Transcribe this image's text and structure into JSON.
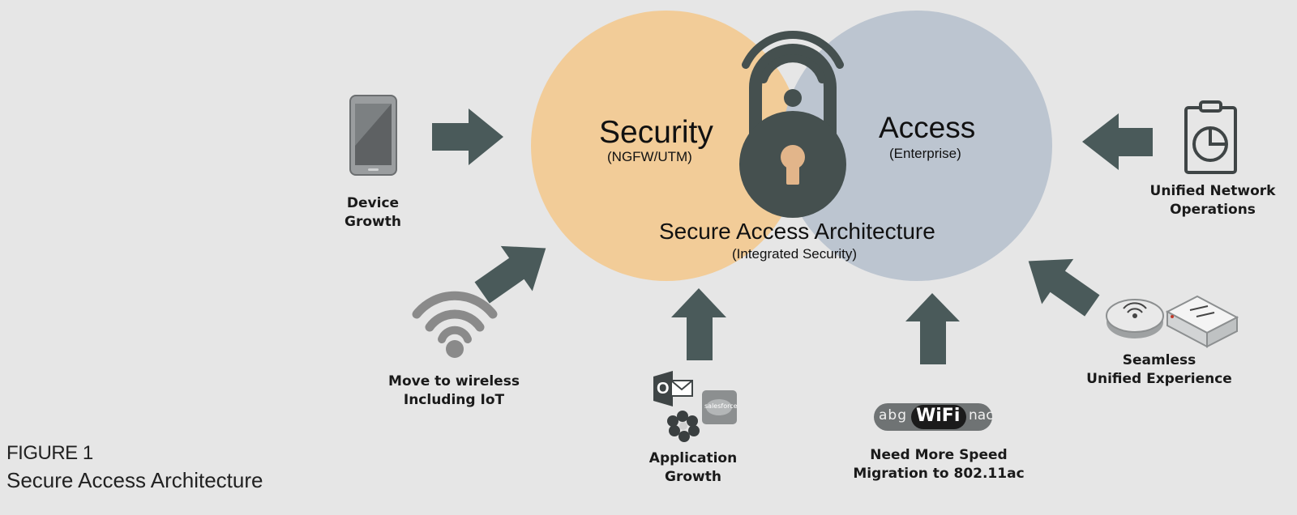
{
  "figure": {
    "number": "FIGURE 1",
    "caption": "Secure Access Architecture"
  },
  "venn": {
    "security": {
      "title": "Security",
      "subtitle": "(NGFW/UTM)",
      "color": "#f2cc98"
    },
    "access": {
      "title": "Access",
      "subtitle": "(Enterprise)",
      "color": "#bcc5d0"
    },
    "center": {
      "title": "Secure Access Architecture",
      "subtitle": "(Integrated Security)"
    }
  },
  "drivers": {
    "device_growth": {
      "line1": "Device",
      "line2": "Growth",
      "icon": "smartphone-icon"
    },
    "wireless": {
      "line1": "Move to wireless",
      "line2": "Including IoT",
      "icon": "wifi-icon"
    },
    "application": {
      "line1": "Application",
      "line2": "Growth",
      "icon": "app-logos-icon"
    },
    "speed": {
      "line1": "Need More Speed",
      "line2": "Migration to 802.11ac",
      "icon": "wifi-standards-icon"
    },
    "seamless": {
      "line1": "Seamless",
      "line2": "Unified Experience",
      "icon": "access-point-switch-icon"
    },
    "operations": {
      "line1": "Unified Network",
      "line2": "Operations",
      "icon": "clipboard-chart-icon"
    }
  },
  "badges": {
    "wifi_left": "abg",
    "wifi_word": "WiFi",
    "wifi_right": "nac",
    "salesforce": "salesforce",
    "outlook": "O"
  },
  "colors": {
    "arrow": "#4a5a5a",
    "lock": "#45504f",
    "keyhole": "#e2b58a",
    "background": "#e6e6e6"
  }
}
